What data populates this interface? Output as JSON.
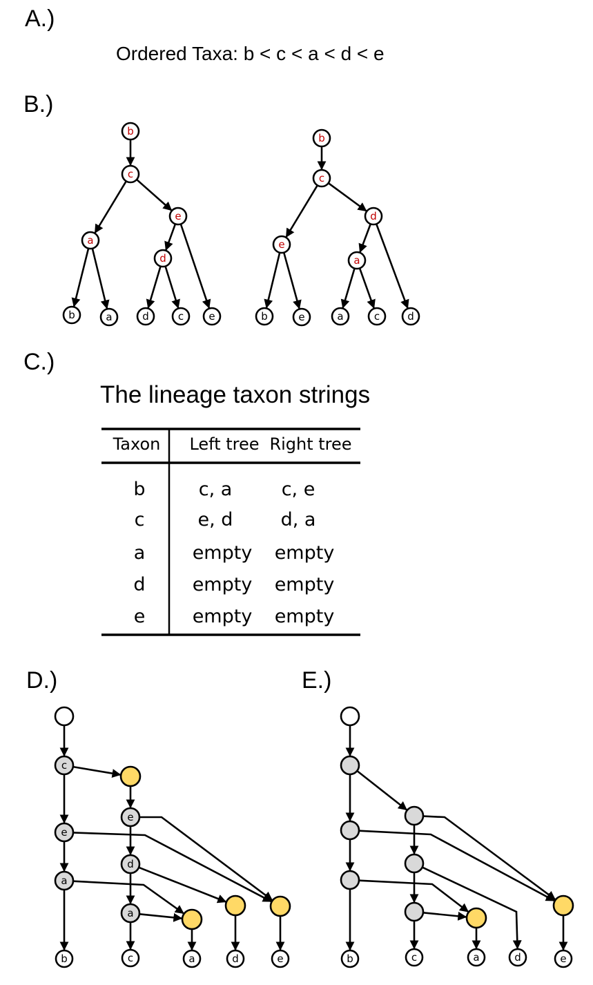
{
  "labels": {
    "a": "A.)",
    "b": "B.)",
    "c": "C.)",
    "d": "D.)",
    "e": "E.)"
  },
  "ordered_taxa": "Ordered Taxa: b < c < a < d < e",
  "colors": {
    "red_label": "#c00000",
    "grey_node": "#d9d9d9",
    "yellow_node": "#ffd966",
    "white_node": "#ffffff"
  },
  "trees": {
    "left": {
      "nodes": [
        {
          "id": "L_b",
          "label": "b",
          "kind": "internal"
        },
        {
          "id": "L_c",
          "label": "c",
          "kind": "internal"
        },
        {
          "id": "L_a",
          "label": "a",
          "kind": "internal"
        },
        {
          "id": "L_e",
          "label": "e",
          "kind": "internal"
        },
        {
          "id": "L_d",
          "label": "d",
          "kind": "internal"
        },
        {
          "id": "L_lb",
          "label": "b",
          "kind": "leaf"
        },
        {
          "id": "L_la",
          "label": "a",
          "kind": "leaf"
        },
        {
          "id": "L_ld",
          "label": "d",
          "kind": "leaf"
        },
        {
          "id": "L_lc",
          "label": "c",
          "kind": "leaf"
        },
        {
          "id": "L_le",
          "label": "e",
          "kind": "leaf"
        }
      ]
    },
    "right": {
      "nodes": [
        {
          "id": "R_b",
          "label": "b",
          "kind": "internal"
        },
        {
          "id": "R_c",
          "label": "c",
          "kind": "internal"
        },
        {
          "id": "R_e",
          "label": "e",
          "kind": "internal"
        },
        {
          "id": "R_d",
          "label": "d",
          "kind": "internal"
        },
        {
          "id": "R_a",
          "label": "a",
          "kind": "internal"
        },
        {
          "id": "R_lb",
          "label": "b",
          "kind": "leaf"
        },
        {
          "id": "R_le",
          "label": "e",
          "kind": "leaf"
        },
        {
          "id": "R_la",
          "label": "a",
          "kind": "leaf"
        },
        {
          "id": "R_lc",
          "label": "c",
          "kind": "leaf"
        },
        {
          "id": "R_ld",
          "label": "d",
          "kind": "leaf"
        }
      ]
    }
  },
  "table": {
    "title": "The lineage taxon strings",
    "headers": [
      "Taxon",
      "Left tree",
      "Right tree"
    ],
    "rows": [
      [
        "b",
        "c, a",
        "c, e"
      ],
      [
        "c",
        "e, d",
        "d, a"
      ],
      [
        "a",
        "empty",
        "empty"
      ],
      [
        "d",
        "empty",
        "empty"
      ],
      [
        "e",
        "empty",
        "empty"
      ]
    ]
  },
  "graphs": {
    "d": {
      "nodes": [
        {
          "id": "D_root",
          "label": "",
          "fill": "white"
        },
        {
          "id": "D_c",
          "label": "c",
          "fill": "grey"
        },
        {
          "id": "D_y1",
          "label": "",
          "fill": "yellow"
        },
        {
          "id": "D_e1",
          "label": "e",
          "fill": "grey"
        },
        {
          "id": "D_e2",
          "label": "e",
          "fill": "grey"
        },
        {
          "id": "D_d",
          "label": "d",
          "fill": "grey"
        },
        {
          "id": "D_a1",
          "label": "a",
          "fill": "grey"
        },
        {
          "id": "D_a2",
          "label": "a",
          "fill": "grey"
        },
        {
          "id": "D_ya",
          "label": "",
          "fill": "yellow"
        },
        {
          "id": "D_yd",
          "label": "",
          "fill": "yellow"
        },
        {
          "id": "D_ye",
          "label": "",
          "fill": "yellow"
        },
        {
          "id": "D_lb",
          "label": "b",
          "fill": "white"
        },
        {
          "id": "D_lc",
          "label": "c",
          "fill": "white"
        },
        {
          "id": "D_la",
          "label": "a",
          "fill": "white"
        },
        {
          "id": "D_ld",
          "label": "d",
          "fill": "white"
        },
        {
          "id": "D_le",
          "label": "e",
          "fill": "white"
        }
      ]
    },
    "e": {
      "nodes": [
        {
          "id": "E_root",
          "label": "",
          "fill": "white"
        },
        {
          "id": "E_g1",
          "label": "",
          "fill": "grey"
        },
        {
          "id": "E_g2",
          "label": "",
          "fill": "grey"
        },
        {
          "id": "E_g3",
          "label": "",
          "fill": "grey"
        },
        {
          "id": "E_h1",
          "label": "",
          "fill": "grey"
        },
        {
          "id": "E_h2",
          "label": "",
          "fill": "grey"
        },
        {
          "id": "E_h3",
          "label": "",
          "fill": "grey"
        },
        {
          "id": "E_ya",
          "label": "",
          "fill": "yellow"
        },
        {
          "id": "E_ye",
          "label": "",
          "fill": "yellow"
        },
        {
          "id": "E_lb",
          "label": "b",
          "fill": "white"
        },
        {
          "id": "E_lc",
          "label": "c",
          "fill": "white"
        },
        {
          "id": "E_la",
          "label": "a",
          "fill": "white"
        },
        {
          "id": "E_ld",
          "label": "d",
          "fill": "white"
        },
        {
          "id": "E_le",
          "label": "e",
          "fill": "white"
        }
      ]
    }
  }
}
